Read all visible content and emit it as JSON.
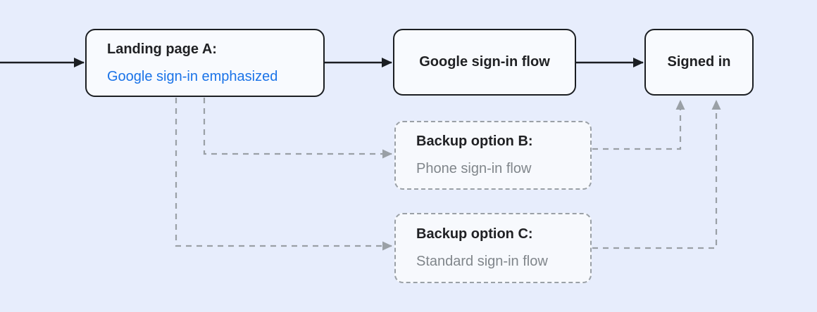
{
  "diagram": {
    "nodes": {
      "landing_a": {
        "title": "Landing page A:",
        "subtitle": "Google sign-in emphasized"
      },
      "google_flow": {
        "label": "Google sign-in flow"
      },
      "signed_in": {
        "label": "Signed in"
      },
      "backup_b": {
        "title": "Backup option B:",
        "subtitle": "Phone sign-in flow"
      },
      "backup_c": {
        "title": "Backup option C:",
        "subtitle": "Standard sign-in flow"
      }
    },
    "colors": {
      "background": "#e7edfc",
      "node_fill": "#f8fafe",
      "solid_border": "#1b1e22",
      "title_text": "#202124",
      "accent_blue": "#1a73e8",
      "muted_gray_text": "#80868b",
      "dashed_gray": "#9aa0a6"
    }
  }
}
